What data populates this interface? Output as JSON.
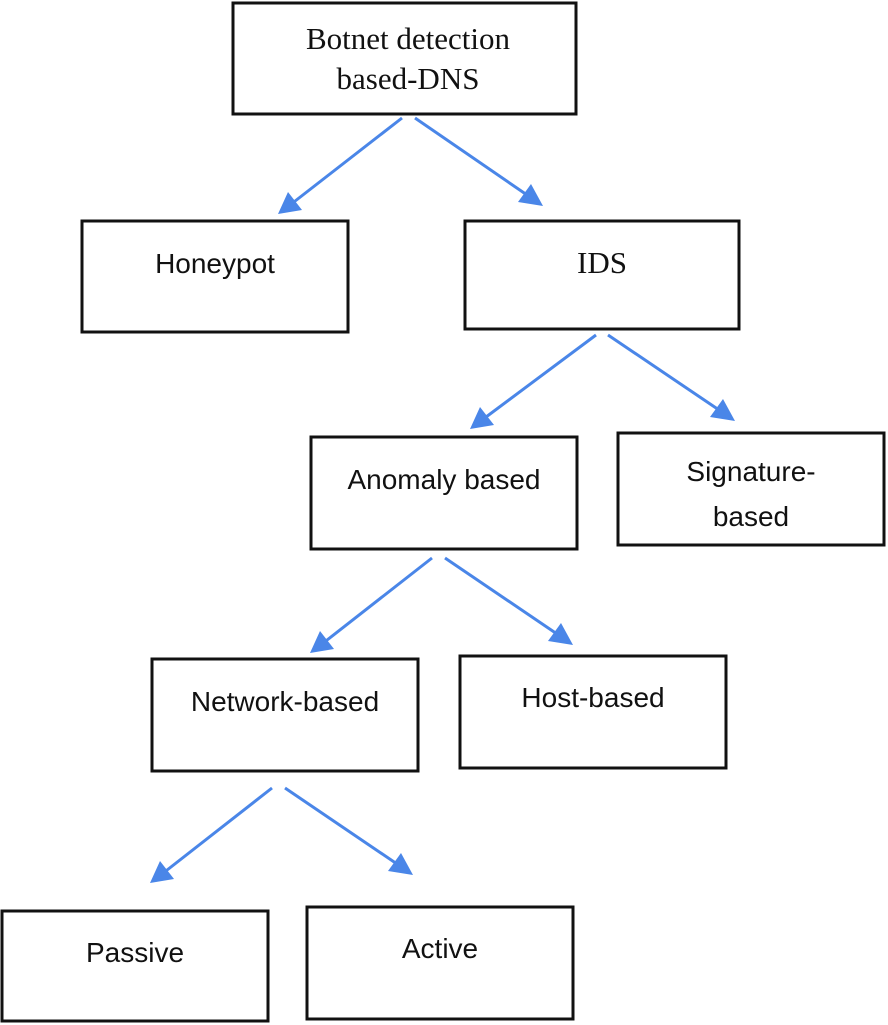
{
  "diagram": {
    "accent_color": "#4a86e8",
    "nodes": {
      "root": {
        "line1": "Botnet detection",
        "line2": "based-DNS"
      },
      "honeypot": {
        "label": "Honeypot"
      },
      "ids": {
        "label": "IDS"
      },
      "anomaly": {
        "label": "Anomaly based"
      },
      "signature": {
        "line1": "Signature-",
        "line2": "based"
      },
      "network": {
        "label": "Network-based"
      },
      "host": {
        "label": "Host-based"
      },
      "passive": {
        "label": "Passive"
      },
      "active": {
        "label": "Active"
      }
    }
  }
}
